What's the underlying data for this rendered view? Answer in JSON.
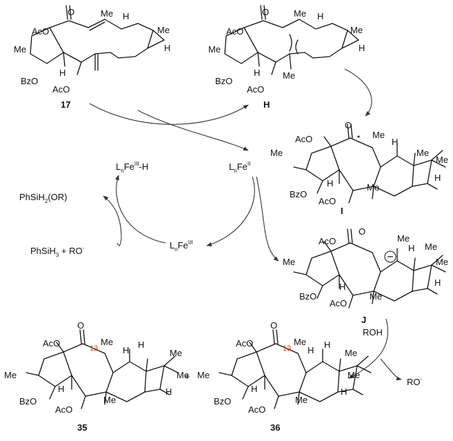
{
  "compounds": {
    "c17": {
      "number": "17"
    },
    "cH": {
      "number": "H"
    },
    "cI": {
      "number": "I"
    },
    "cJ": {
      "number": "J"
    },
    "c35": {
      "number": "35"
    },
    "c36": {
      "number": "36"
    }
  },
  "atoms": {
    "me": "Me",
    "aco": "AcO",
    "bzo": "BzO",
    "h": "H",
    "o": "O",
    "c13": "13"
  },
  "reagents": {
    "fe3h": {
      "base": "L",
      "sub": "n",
      "mid": "Fe",
      "sup": "III",
      "tail": "-H"
    },
    "fe2": {
      "base": "L",
      "sub": "n",
      "mid": "Fe",
      "sup": "II"
    },
    "fe3": {
      "base": "L",
      "sub": "n",
      "mid": "Fe",
      "sup": "III"
    },
    "silane_prod": {
      "a": "PhSiH",
      "sub": "2",
      "b": "(OR)"
    },
    "silane_sm": {
      "a": "PhSiH",
      "sub": "3",
      "b": " + RO",
      "sup": "-"
    },
    "roh": "ROH",
    "ro_minus": {
      "a": "RO",
      "sup": "-"
    },
    "plus": "+"
  },
  "colors": {
    "highlight": "#e4411c"
  }
}
